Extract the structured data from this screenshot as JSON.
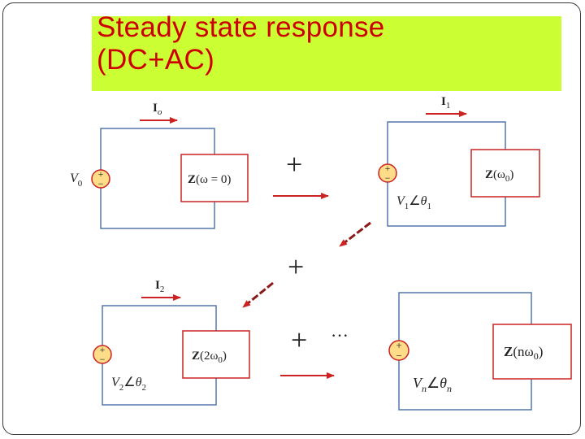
{
  "title": {
    "line1": "Steady state response",
    "line2": "(DC+AC)"
  },
  "colors": {
    "title_band": "#ccff33",
    "title_text": "#cc0000",
    "wire": "#5577aa",
    "arrow": "#cc2222",
    "source_fill": "#ffdd88",
    "source_stroke": "#cc2222",
    "impedance_box": "#cc2222"
  },
  "circuits": [
    {
      "current": {
        "main": "I",
        "sub": "o"
      },
      "source": {
        "main": "V",
        "sub": "0",
        "angle_main": "",
        "angle_sub": ""
      },
      "impedance": {
        "z": "Z",
        "arg": "(ω = 0)"
      }
    },
    {
      "current": {
        "main": "I",
        "sub": "1"
      },
      "source": {
        "main": "V",
        "sub": "1",
        "angle_main": "θ",
        "angle_sub": "1"
      },
      "impedance": {
        "z": "Z",
        "arg_open": "(ω",
        "arg_sub": "0",
        "arg_close": ")"
      }
    },
    {
      "current": {
        "main": "I",
        "sub": "2"
      },
      "source": {
        "main": "V",
        "sub": "2",
        "angle_main": "θ",
        "angle_sub": "2"
      },
      "impedance": {
        "z": "Z",
        "arg_open": "(2ω",
        "arg_sub": "0",
        "arg_close": ")"
      }
    },
    {
      "current": {
        "main": "",
        "sub": ""
      },
      "source": {
        "main": "V",
        "sub": "n",
        "angle_main": "θ",
        "angle_sub": "n"
      },
      "impedance": {
        "z": "Z",
        "arg_open": "(nω",
        "arg_sub": "0",
        "arg_close": ")"
      }
    }
  ],
  "operators": {
    "plus1": "+",
    "plus2": "+",
    "plus3": "+",
    "ellipsis": "···"
  },
  "source_signs": {
    "plus": "+",
    "minus": "−"
  },
  "angle_symbol": "∠"
}
